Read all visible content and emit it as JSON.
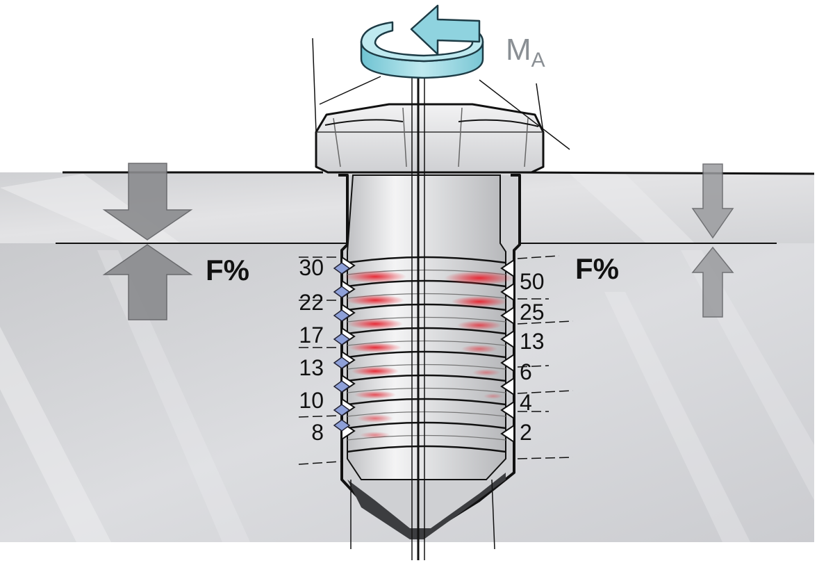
{
  "torque_label": {
    "main": "M",
    "sub": "A"
  },
  "force_label_left": "F%",
  "force_label_right": "F%",
  "left_thread_loads": [
    "30",
    "22",
    "17",
    "13",
    "10",
    "8"
  ],
  "right_thread_loads": [
    "50",
    "25",
    "13",
    "6",
    "4",
    "2"
  ],
  "colors": {
    "clamped_part": "#d6d7da",
    "bolt_metal": "#e4e5e7",
    "outline": "#111111",
    "load_highlight": "#e8222e",
    "thread_marker": "#8ea0d8",
    "rotation_arrow": "#8fd3df",
    "force_arrow": "#8a8b8e"
  },
  "icons": {
    "torque": "rotation-arrow-icon",
    "clamp_force": "force-arrow-icon"
  }
}
